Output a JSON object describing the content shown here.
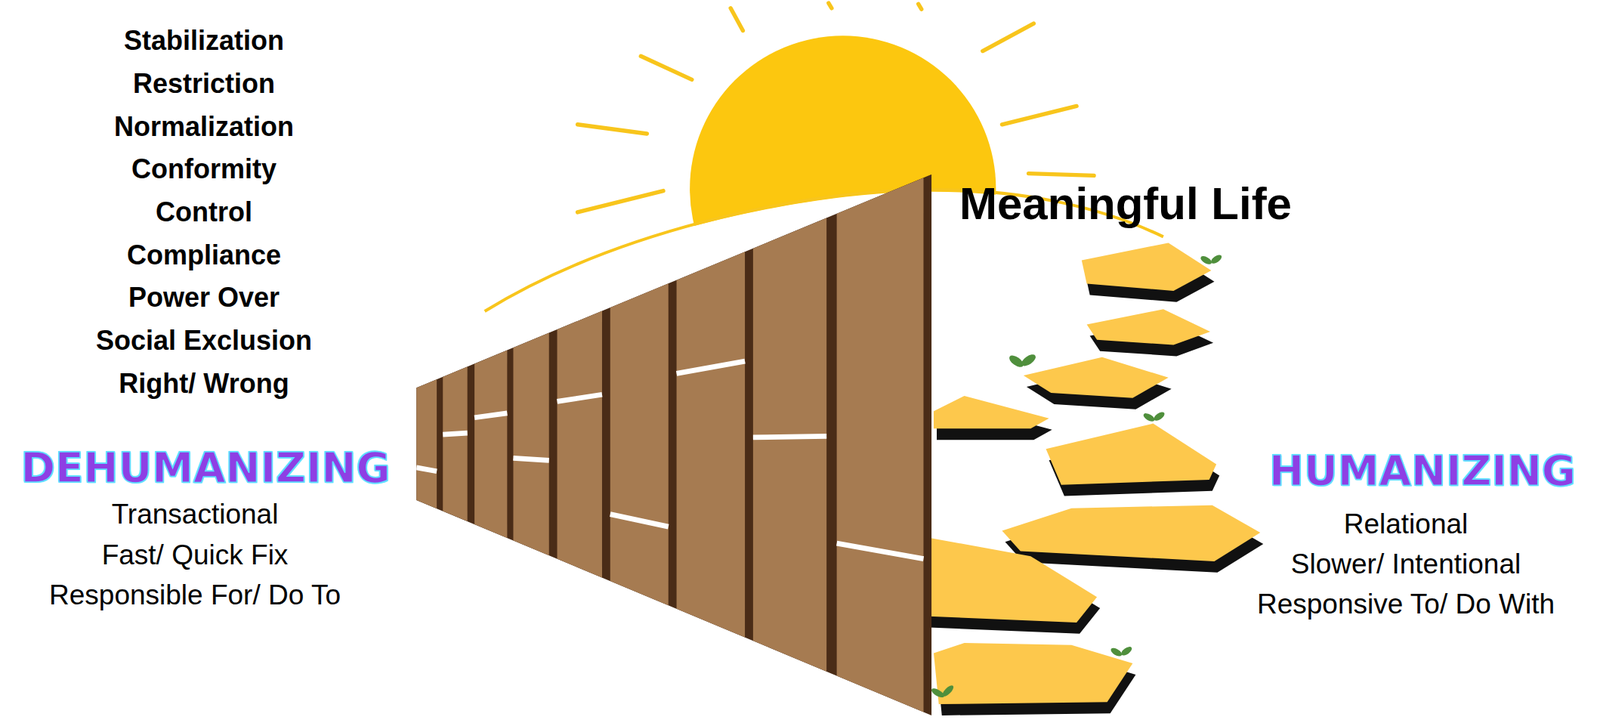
{
  "diagram": {
    "labels": [
      "Stabilization",
      "Restriction",
      "Normalization",
      "Conformity",
      "Control",
      "Compliance",
      "Power Over",
      "Social Exclusion",
      "Right/ Wrong",
      "DEHUMANIZING",
      "Transactional",
      "Fast/ Quick Fix",
      "Responsible For/ Do To",
      "Meaningful Life",
      "HUMANIZING",
      "Relational",
      "Slower/ Intentional",
      "Responsive To/ Do With"
    ]
  }
}
